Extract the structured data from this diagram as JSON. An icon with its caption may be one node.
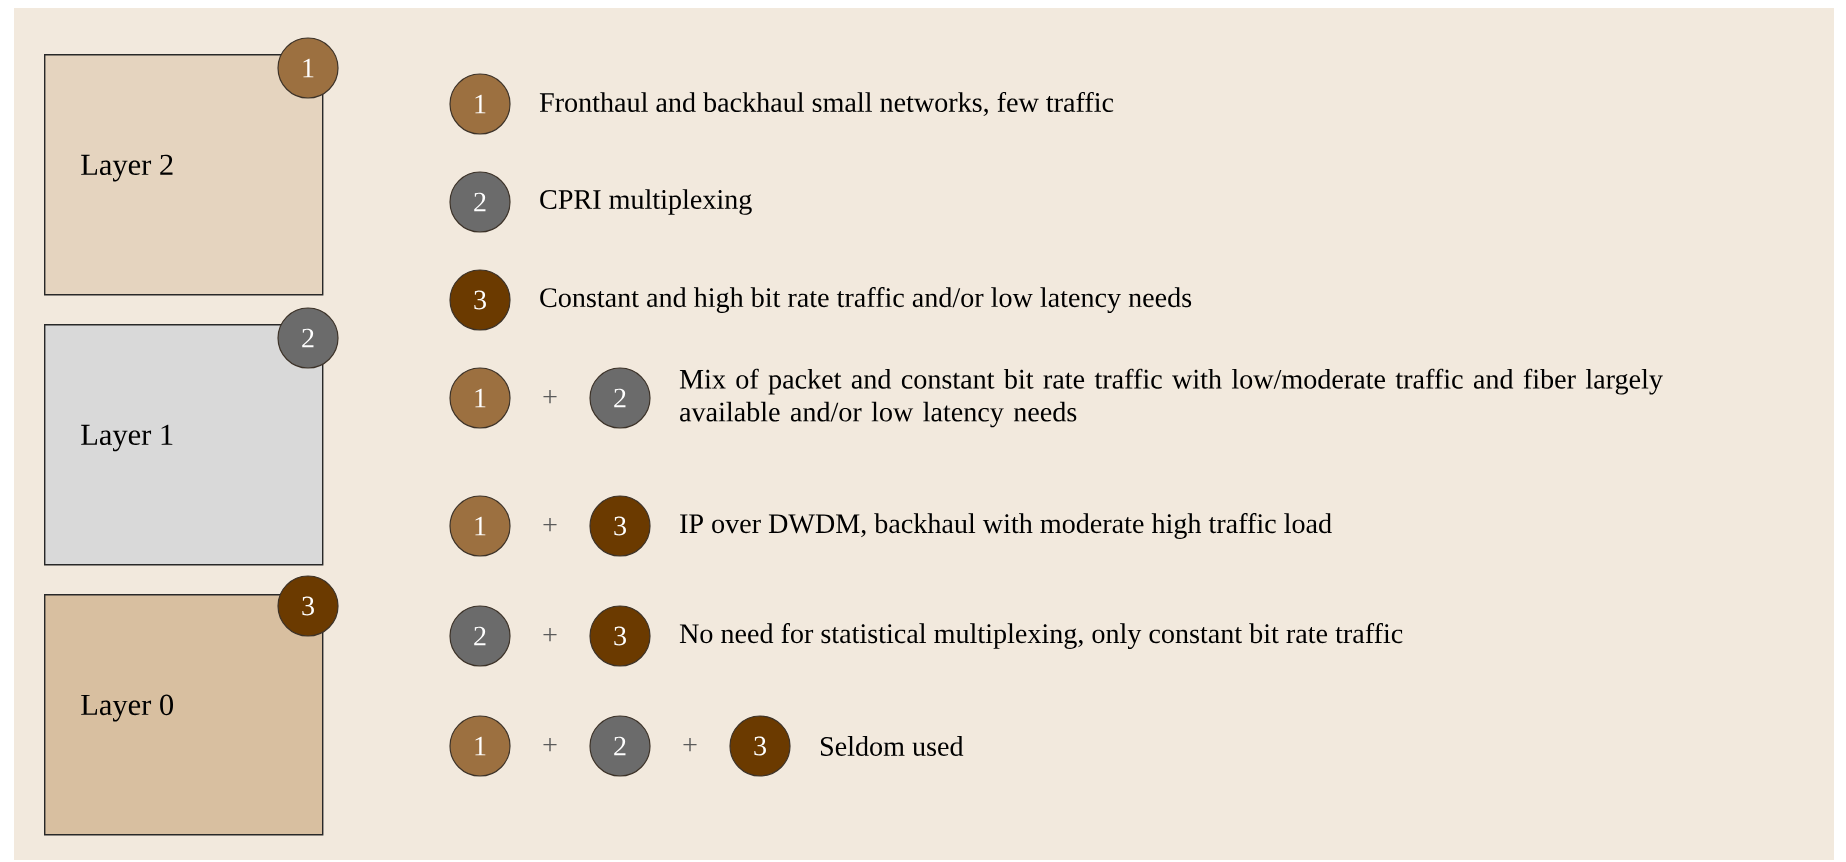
{
  "diagram": {
    "nodes": [
      {
        "text": [
          "Layer 2"
        ]
      },
      {
        "text": [
          "Layer 1"
        ]
      },
      {
        "text": [
          "Layer 0"
        ]
      },
      {
        "text": [
          "1"
        ]
      },
      {
        "text": [
          "2"
        ]
      },
      {
        "text": [
          "3"
        ]
      },
      {
        "text": [
          "1"
        ],
        "beside": [
          "Fronthaul and backhaul small networks, few traffic"
        ]
      },
      {
        "text": [
          "2"
        ],
        "beside": [
          "CPRI multiplexing"
        ]
      },
      {
        "text": [
          "3"
        ],
        "beside": [
          "Constant and high bit rate traffic and/or low latency needs"
        ]
      },
      {
        "text": [
          "1"
        ]
      },
      {
        "text": [
          "2"
        ],
        "beside": [
          "Mix of packet and constant bit rate traffic with low/moderate traffic and fiber largely available and/or low latency needs"
        ]
      },
      {
        "text": [
          "1"
        ]
      },
      {
        "text": [
          "3"
        ],
        "beside": [
          "IP over DWDM, backhaul with moderate high traffic load"
        ]
      },
      {
        "text": [
          "2"
        ]
      },
      {
        "text": [
          "3"
        ],
        "beside": [
          "No need for statistical multiplexing, only constant bit rate traffic"
        ]
      },
      {
        "text": [
          "1"
        ]
      },
      {
        "text": [
          "2"
        ]
      },
      {
        "text": [
          "3"
        ],
        "beside": [
          "Seldom used"
        ]
      }
    ],
    "labels": [
      "+",
      "+",
      "+",
      "+",
      "+"
    ]
  }
}
